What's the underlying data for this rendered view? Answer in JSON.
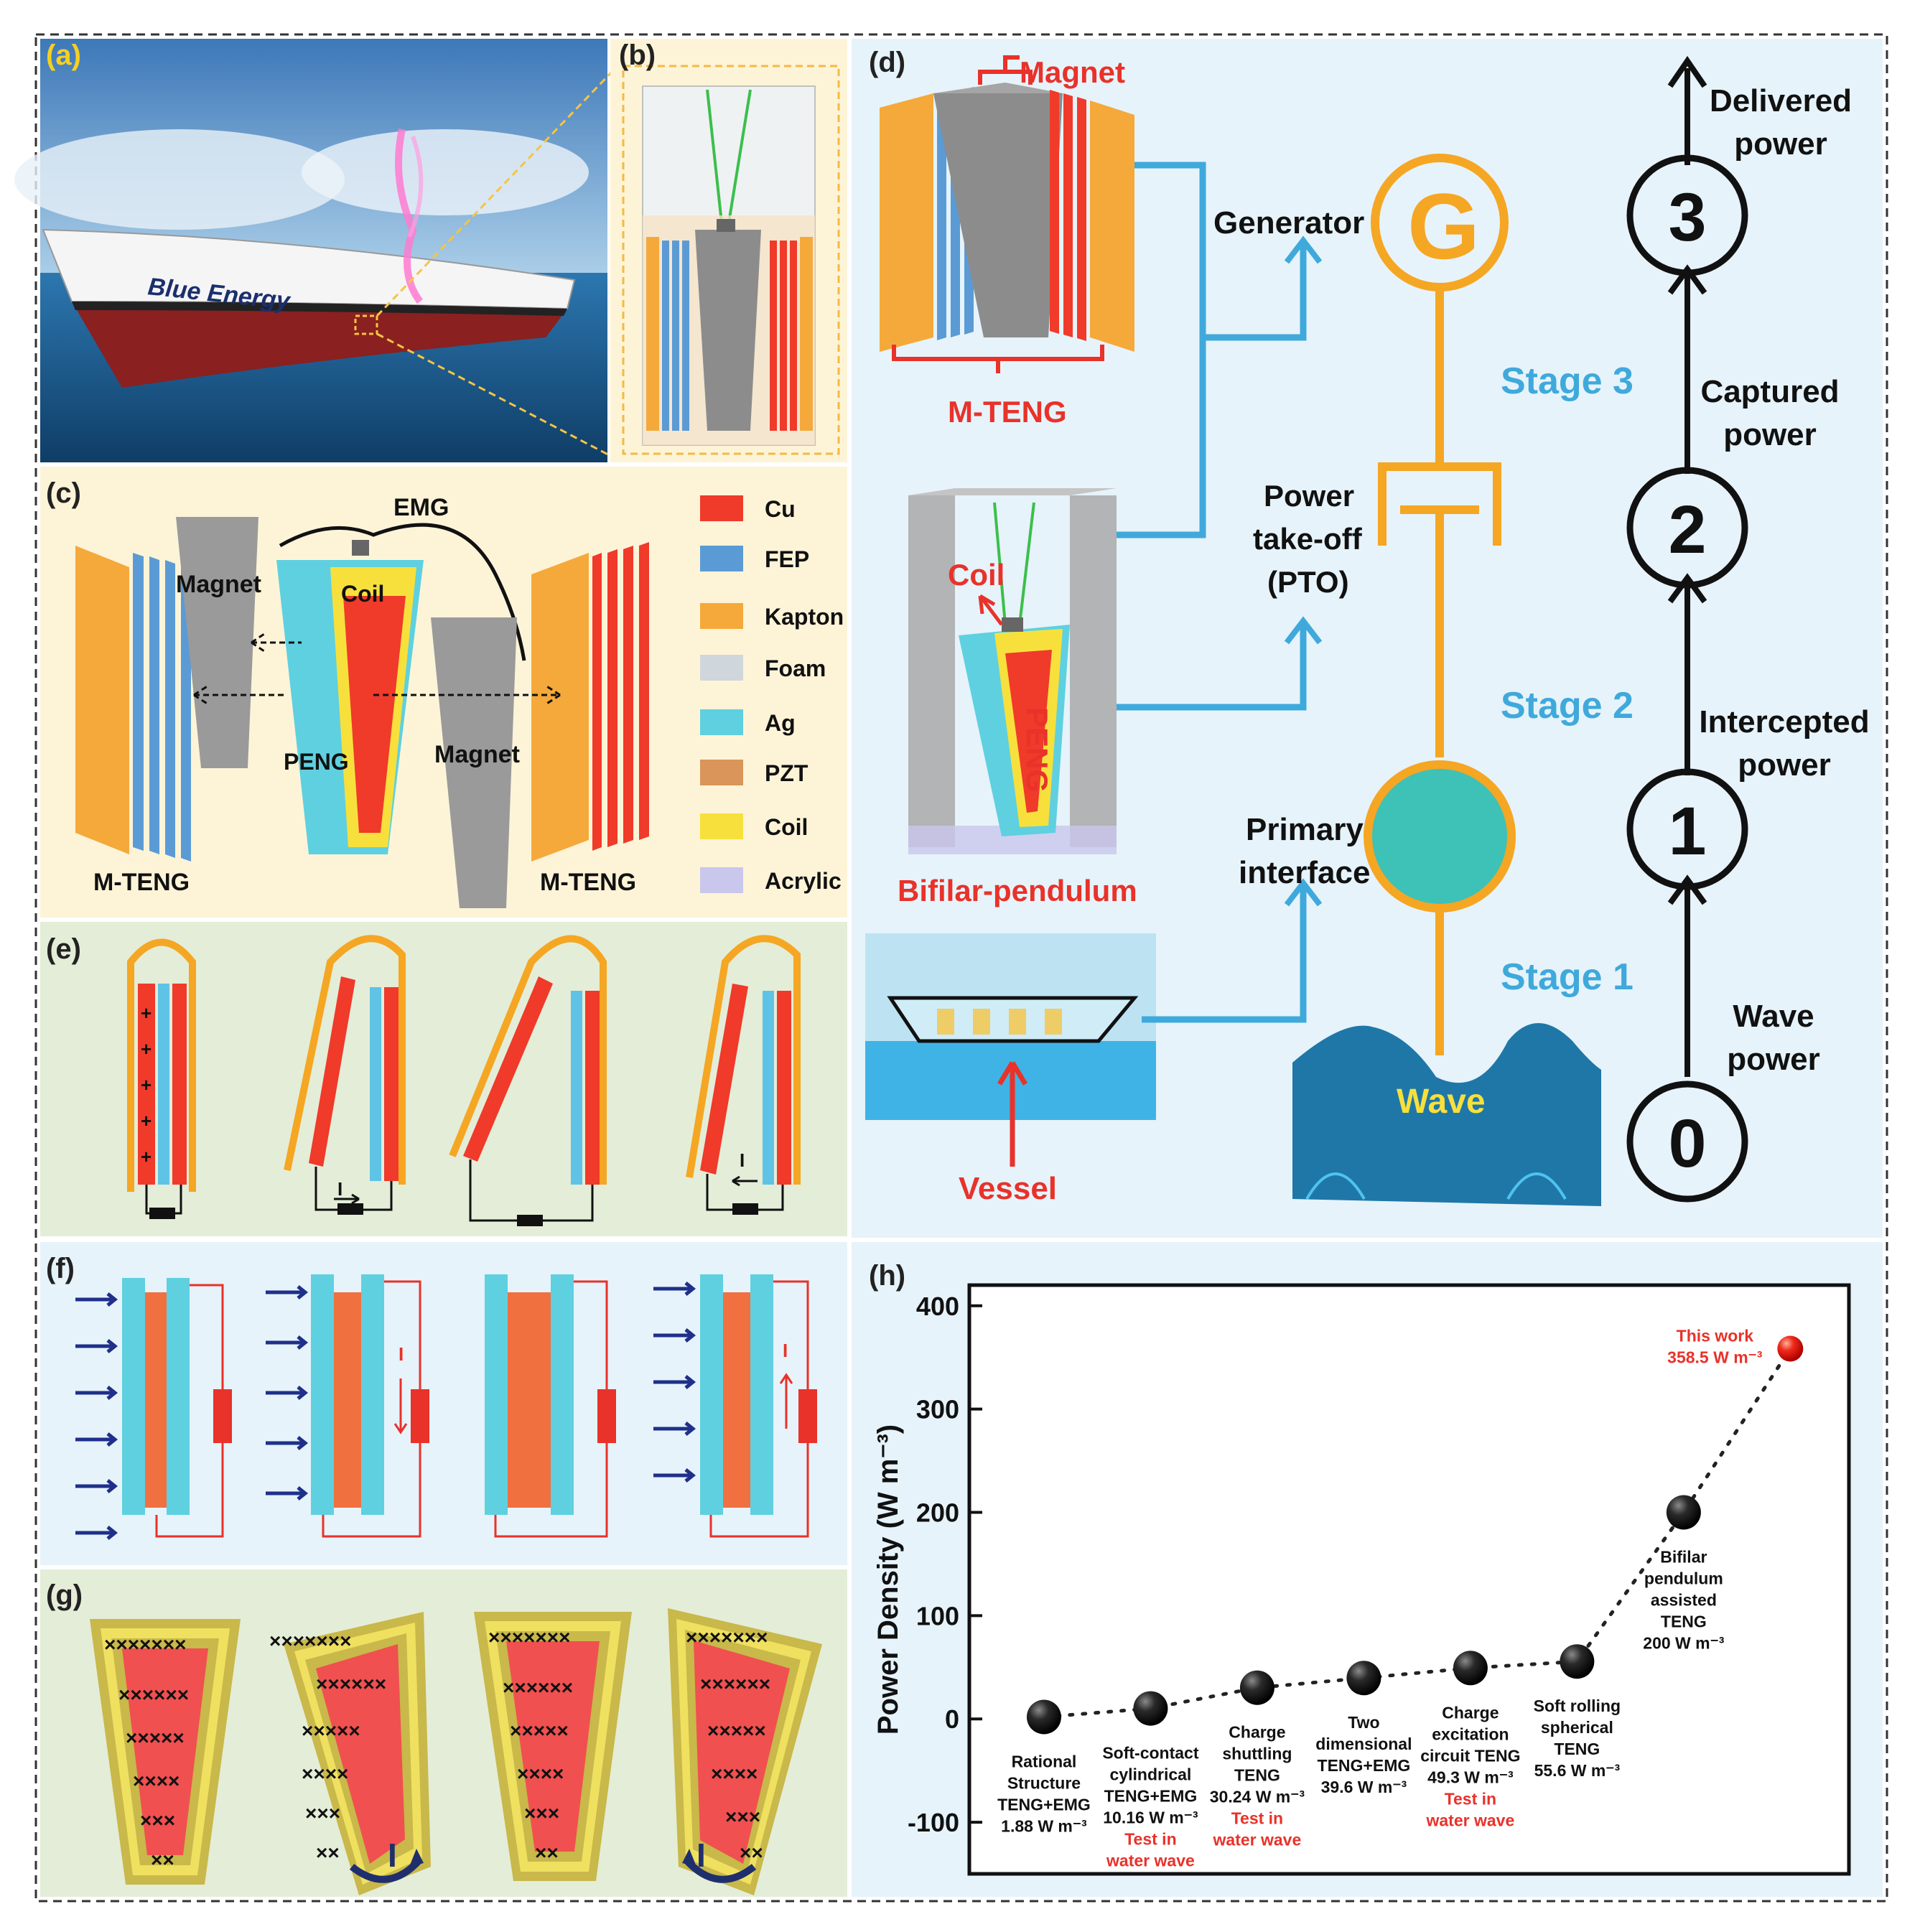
{
  "panels": {
    "a": {
      "label": "(a)",
      "ship_text": "Blue Energy",
      "colors": {
        "sky": "#6fa8d6",
        "sea": "#1f5f95",
        "hull_top": "#f2f2f2",
        "hull_bottom": "#8a2020"
      }
    },
    "b": {
      "label": "(b)"
    },
    "c": {
      "label": "(c)",
      "labels": {
        "emg": "EMG",
        "magnet_left": "Magnet",
        "coil": "Coil",
        "peng": "PENG",
        "magnet_right": "Magnet",
        "mteng_left": "M-TENG",
        "mteng_right": "M-TENG"
      },
      "legend": [
        {
          "name": "Cu",
          "color": "#f03a2a"
        },
        {
          "name": "FEP",
          "color": "#5b9bd5"
        },
        {
          "name": "Kapton",
          "color": "#f5a93b"
        },
        {
          "name": "Foam",
          "color": "#cfd6dc"
        },
        {
          "name": "Ag",
          "color": "#5fd0e0"
        },
        {
          "name": "PZT",
          "color": "#d9955a"
        },
        {
          "name": "Coil",
          "color": "#f7e03c"
        },
        {
          "name": "Acrylic",
          "color": "#c9c7ec"
        }
      ]
    },
    "d": {
      "label": "(d)",
      "labels": {
        "magnet": "Magnet",
        "mteng": "M-TENG",
        "coil": "Coil",
        "peng": "PENG",
        "bifilar": "Bifilar-pendulum",
        "vessel": "Vessel",
        "generator": "Generator",
        "g": "G",
        "pto": [
          "Power",
          "take-off",
          "(PTO)"
        ],
        "primary": [
          "Primary",
          "interface"
        ],
        "wave": "Wave",
        "stage3": "Stage 3",
        "stage2": "Stage 2",
        "stage1": "Stage 1"
      },
      "flow": [
        {
          "num": "0",
          "text": [
            "Wave",
            "power"
          ]
        },
        {
          "num": "1",
          "text": [
            "Intercepted",
            "power"
          ]
        },
        {
          "num": "2",
          "text": [
            "Captured",
            "power"
          ]
        },
        {
          "num": "3",
          "text": [
            "Delivered",
            "power"
          ]
        }
      ],
      "colors": {
        "accent_blue": "#3fa9dc",
        "accent_orange": "#f5a623",
        "accent_red": "#e8322a",
        "sphere": "#3ec1b7"
      }
    },
    "e": {
      "label": "(e)",
      "current_label": "I"
    },
    "f": {
      "label": "(f)",
      "current_label": "I"
    },
    "g": {
      "label": "(g)",
      "current_label": "I"
    },
    "h": {
      "label": "(h)"
    }
  },
  "chart_data": {
    "type": "scatter",
    "title": "",
    "xlabel": "",
    "ylabel": "Power Density (W m⁻³)",
    "ylim": [
      -150,
      420
    ],
    "yticks": [
      -100,
      0,
      100,
      200,
      300,
      400
    ],
    "grid": false,
    "legend": "none",
    "points": [
      {
        "x": 1,
        "y": 1.88,
        "lines": [
          "Rational",
          "Structure",
          "TENG+EMG",
          "1.88 W m⁻³"
        ],
        "note": []
      },
      {
        "x": 2,
        "y": 10.16,
        "lines": [
          "Soft-contact",
          "cylindrical",
          "TENG+EMG",
          "10.16 W m⁻³"
        ],
        "note": [
          "Test in",
          "water wave"
        ]
      },
      {
        "x": 3,
        "y": 30.24,
        "lines": [
          "Charge",
          "shuttling",
          "TENG",
          "30.24 W m⁻³"
        ],
        "note": [
          "Test in",
          "water wave"
        ]
      },
      {
        "x": 4,
        "y": 39.6,
        "lines": [
          "Two",
          "dimensional",
          "TENG+EMG",
          "39.6 W m⁻³"
        ],
        "note": []
      },
      {
        "x": 5,
        "y": 49.3,
        "lines": [
          "Charge",
          "excitation",
          "circuit TENG",
          "49.3 W m⁻³"
        ],
        "note": [
          "Test in",
          "water wave"
        ]
      },
      {
        "x": 6,
        "y": 55.6,
        "lines": [
          "Soft rolling",
          "spherical",
          "TENG",
          "55.6 W m⁻³"
        ],
        "note": []
      },
      {
        "x": 7,
        "y": 200,
        "lines": [
          "Bifilar",
          "pendulum",
          "assisted",
          "TENG",
          "200 W m⁻³"
        ],
        "note": []
      },
      {
        "x": 8,
        "y": 358.5,
        "lines": [
          "This work",
          "358.5 W m⁻³"
        ],
        "note": [],
        "highlight": true
      }
    ]
  }
}
